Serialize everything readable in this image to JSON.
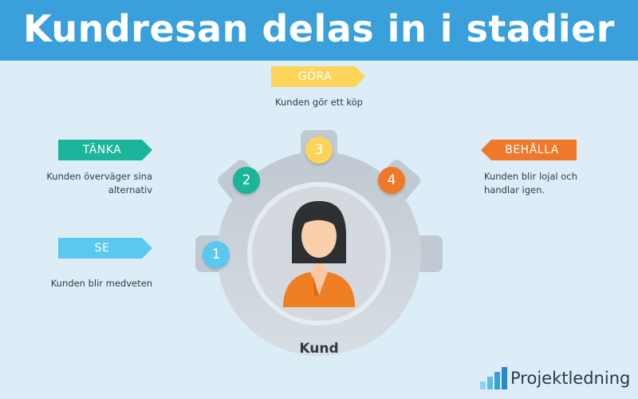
{
  "header": {
    "title": "Kundresan delas in i stadier"
  },
  "colors": {
    "header_bg": "#3aa0dc",
    "background": "#dcedf8",
    "se": "#5bc8f0",
    "tanka": "#1bb59c",
    "gora": "#fcd45a",
    "behalla": "#f0782a",
    "gear": "#c3ccd4"
  },
  "stages": [
    {
      "number": "1",
      "label": "SE",
      "description": "Kunden blir medveten"
    },
    {
      "number": "2",
      "label": "TÄNKA",
      "description_line1": "Kunden överväger sina",
      "description_line2": "alternativ"
    },
    {
      "number": "3",
      "label": "GÖRA",
      "description": "Kunden gör ett köp"
    },
    {
      "number": "4",
      "label": "BEHÅLLA",
      "description_line1": "Kunden blir lojal och",
      "description_line2": "handlar igen."
    }
  ],
  "center": {
    "label": "Kund",
    "icon": "person-icon"
  },
  "logo": {
    "text": "Projektledning",
    "icon": "bar-chart-icon"
  }
}
